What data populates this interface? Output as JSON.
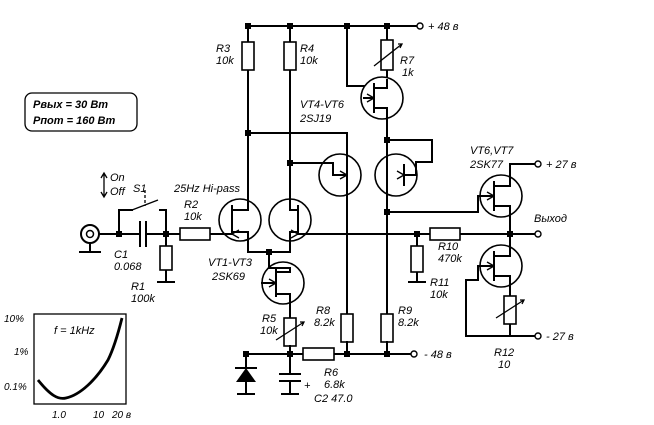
{
  "specs": {
    "line1": "Pвых = 30 Вт",
    "line2": "Pпот = 160 Вт"
  },
  "rails": {
    "pos48": "+ 48 в",
    "neg48": "- 48 в",
    "pos27": "+ 27 в",
    "neg27": "- 27 в",
    "out": "Выход"
  },
  "switch": {
    "on": "On",
    "off": "Off",
    "name": "S1",
    "filter": "25Hz Hi-pass"
  },
  "components": {
    "R1": {
      "name": "R1",
      "value": "100k"
    },
    "R2": {
      "name": "R2",
      "value": "10k"
    },
    "R3": {
      "name": "R3",
      "value": "10k"
    },
    "R4": {
      "name": "R4",
      "value": "10k"
    },
    "R5": {
      "name": "R5",
      "value": "10k"
    },
    "R6": {
      "name": "R6",
      "value": "6.8k"
    },
    "R7": {
      "name": "R7",
      "value": "1k"
    },
    "R8": {
      "name": "R8",
      "value": "8.2k"
    },
    "R9": {
      "name": "R9",
      "value": "8.2k"
    },
    "R10": {
      "name": "R10",
      "value": "470k"
    },
    "R11": {
      "name": "R11",
      "value": "10k"
    },
    "R12": {
      "name": "R12",
      "value": "10"
    },
    "C1": {
      "name": "C1",
      "value": "0.068"
    },
    "C2": {
      "label": "C2 47.0",
      "plus": "+"
    },
    "VT1": {
      "name": "VT1-VT3",
      "part": "2SK69"
    },
    "VT4": {
      "name": "VT4-VT6",
      "part": "2SJ19"
    },
    "VT6": {
      "name": "VT6,VT7",
      "part": "2SK77"
    }
  },
  "graph": {
    "annotation": "f = 1kHz",
    "y_ticks": [
      "10%",
      "1%",
      "0.1%"
    ],
    "x_ticks": [
      "1.0",
      "10",
      "20 в"
    ]
  }
}
